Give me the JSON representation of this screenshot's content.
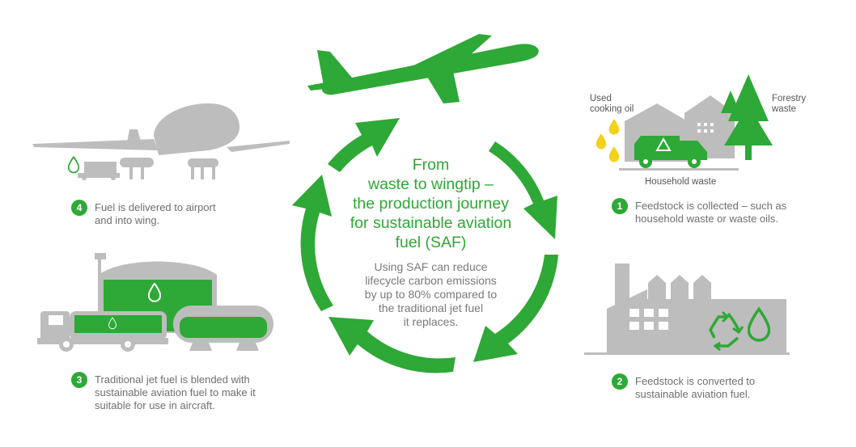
{
  "center": {
    "title_lines": [
      "From",
      "waste to wingtip –",
      "the production journey",
      "for sustainable aviation",
      "fuel (SAF)"
    ],
    "body_lines": [
      "Using SAF can reduce",
      "lifecycle carbon emissions",
      "by up to 80% compared to",
      "the traditional jet fuel",
      "it replaces."
    ]
  },
  "steps": [
    {
      "number": "1",
      "lines": [
        "Feedstock is collected – such as",
        "household waste or waste oils."
      ]
    },
    {
      "number": "2",
      "lines": [
        "Feedstock is converted to",
        "sustainable aviation fuel."
      ]
    },
    {
      "number": "3",
      "lines": [
        "Traditional jet fuel is blended with",
        "sustainable aviation fuel to make it",
        "suitable for use in aircraft."
      ]
    },
    {
      "number": "4",
      "lines": [
        "Fuel is delivered to airport",
        "and into wing."
      ]
    }
  ],
  "feedstock_labels": {
    "used_oil": [
      "Used",
      "cooking oil"
    ],
    "forestry": [
      "Forestry",
      "waste"
    ],
    "household": "Household waste"
  },
  "colors": {
    "green": "#2ea836",
    "gray": "#bdbdbd",
    "yellow": "#f2d21a"
  },
  "icons": [
    "airplane-icon",
    "recycle-icon",
    "fuel-drop-icon",
    "factory-icon",
    "garbage-truck-icon",
    "tree-icon",
    "fuel-tank-icon",
    "tanker-truck-icon"
  ]
}
